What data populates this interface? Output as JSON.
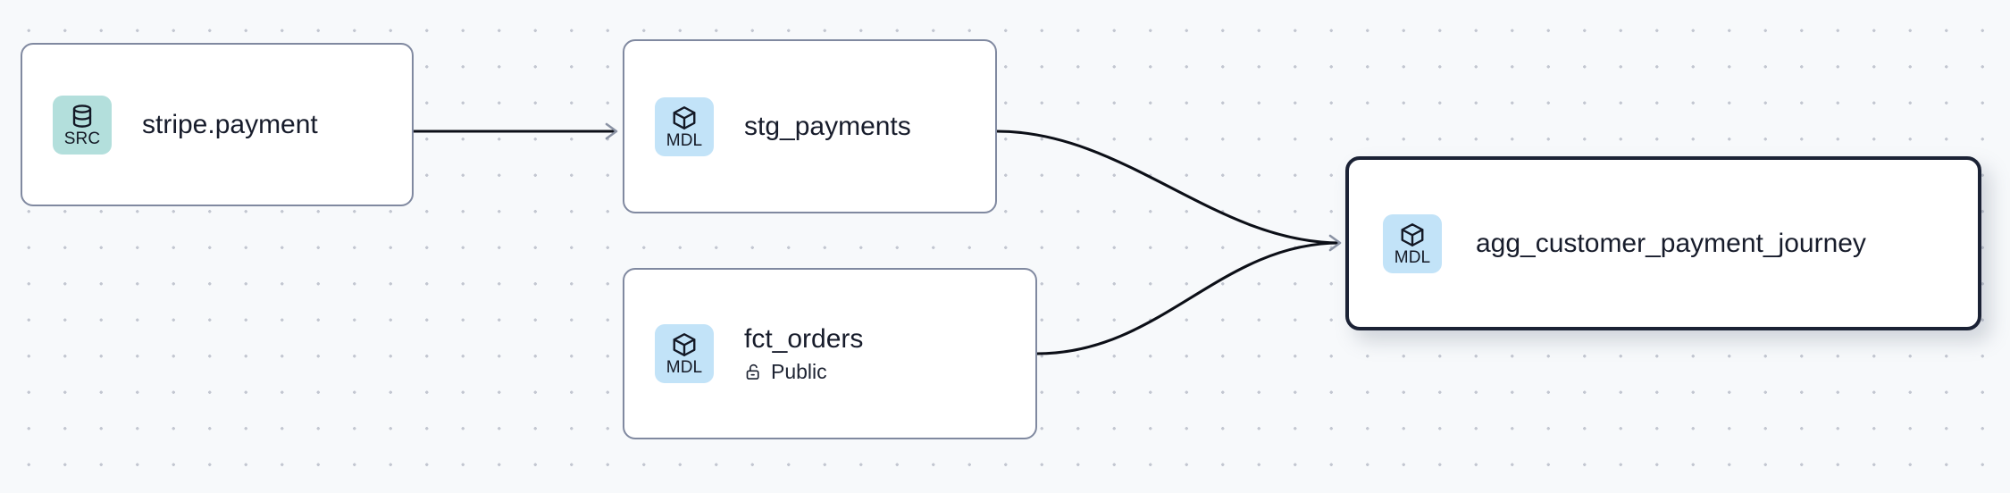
{
  "diagram": {
    "type": "data-lineage-graph",
    "background": "#f7f9fb",
    "colors": {
      "source_badge": "#b3dfdc",
      "model_badge": "#c2e3f8",
      "edge": "#0c0f17",
      "node_border": "#8089a0",
      "selected_border": "#1b2235",
      "text": "#171c2b"
    },
    "nodes": [
      {
        "id": "stripe-payment",
        "title": "stripe.payment",
        "badge_label": "SRC",
        "badge_icon": "database-icon",
        "badge_kind": "source",
        "selected": false
      },
      {
        "id": "stg-payments",
        "title": "stg_payments",
        "badge_label": "MDL",
        "badge_icon": "cube-icon",
        "badge_kind": "model",
        "selected": false
      },
      {
        "id": "fct-orders",
        "title": "fct_orders",
        "badge_label": "MDL",
        "badge_icon": "cube-icon",
        "badge_kind": "model",
        "visibility": "Public",
        "visibility_icon": "unlock-icon",
        "selected": false
      },
      {
        "id": "agg-customer-payment-journey",
        "title": "agg_customer_payment_journey",
        "badge_label": "MDL",
        "badge_icon": "cube-icon",
        "badge_kind": "model",
        "selected": true
      }
    ],
    "edges": [
      {
        "id": "edge-stripe-to-stg",
        "from": "stripe-payment",
        "to": "stg-payments",
        "style": "straight"
      },
      {
        "id": "edge-stg-to-agg",
        "from": "stg-payments",
        "to": "agg-customer-payment-journey",
        "style": "bezier"
      },
      {
        "id": "edge-fct-to-agg",
        "from": "fct-orders",
        "to": "agg-customer-payment-journey",
        "style": "bezier"
      }
    ]
  }
}
